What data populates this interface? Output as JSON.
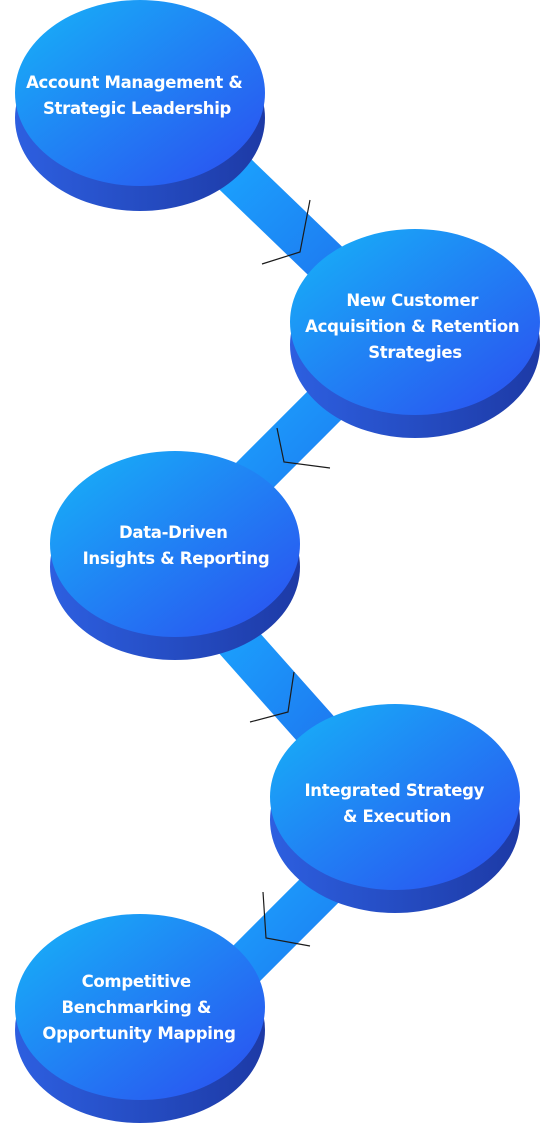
{
  "diagram": {
    "nodes": [
      {
        "lines": [
          "Account Management &",
          "Strategic Leadership"
        ]
      },
      {
        "lines": [
          "New Customer",
          "Acquisition & Retention",
          "Strategies"
        ]
      },
      {
        "lines": [
          "Data-Driven",
          "Insights & Reporting"
        ]
      },
      {
        "lines": [
          "Integrated Strategy",
          "& Execution"
        ]
      },
      {
        "lines": [
          "Competitive",
          "Benchmarking &",
          "Opportunity Mapping"
        ]
      }
    ]
  },
  "colors": {
    "disc_top_light": "#16b4f8",
    "disc_top_dark": "#2c4cf0",
    "disc_side_light": "#2d5fe0",
    "disc_side_dark": "#1d3aa6",
    "connector_light": "#1aa7ff",
    "connector_dark": "#1e78f0",
    "label_color": "#ffffff",
    "tick_color": "#1b1b1b"
  }
}
